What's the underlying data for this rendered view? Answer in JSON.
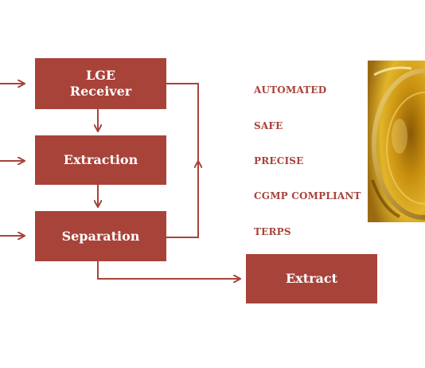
{
  "boxes": {
    "lge_line1": "LGE",
    "lge_line2": "Receiver",
    "extraction": "Extraction",
    "separation": "Separation",
    "extract": "Extract"
  },
  "features": [
    "AUTOMATED",
    "SAFE",
    "PRECISE",
    "CGMP COMPLIANT",
    "TERPS"
  ],
  "colors": {
    "accent": "#a8433a",
    "background": "#ffffff",
    "oil_gold": "#c9950e"
  }
}
